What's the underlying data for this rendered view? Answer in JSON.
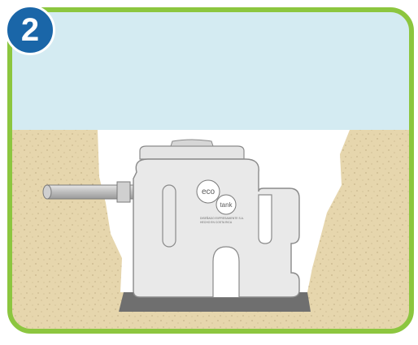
{
  "step": {
    "number": "2"
  },
  "tank": {
    "logo_top": "eco",
    "logo_bottom": "tank",
    "maker_line1": "DISEÑADO EXPRESAMENTE S.A.",
    "maker_line2": "HECHO EN COSTA RICA"
  },
  "colors": {
    "frame": "#8cc63f",
    "sky": "#d4ebf2",
    "soil": "#e6d6ad",
    "trench": "#ffffff",
    "tank": "#e9e9e9",
    "pipe": "#bdbdbd",
    "base": "#6f6f6f",
    "badge": "#1a66a8"
  }
}
